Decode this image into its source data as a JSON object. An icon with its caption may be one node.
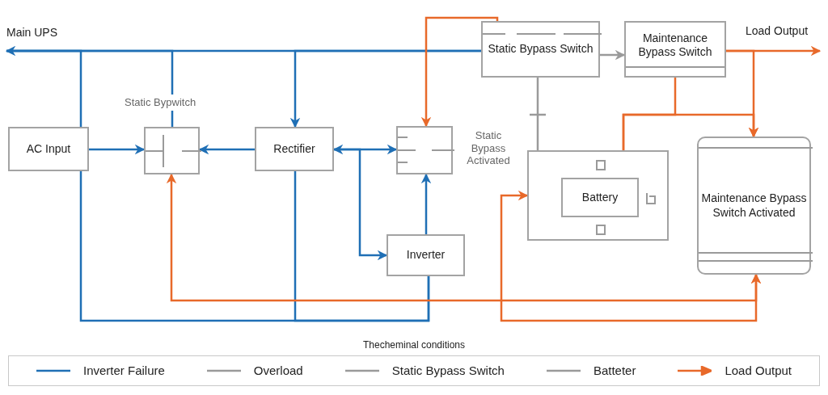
{
  "diagram": {
    "nodes": [
      {
        "text": [
          "Main UPS"
        ]
      },
      {
        "text": [
          "AC Input"
        ]
      },
      {
        "text": [],
        "shape": "box",
        "beside": [
          "Static Bypwitch"
        ]
      },
      {
        "text": [
          "Rectifier"
        ]
      },
      {
        "text": [],
        "shape": "box",
        "beside": [
          "Static Bypass Activated"
        ]
      },
      {
        "text": [
          "Inverter"
        ]
      },
      {
        "text": [
          "Static Bypass Switch"
        ]
      },
      {
        "text": [
          "Maintenance Bypass Switch"
        ]
      },
      {
        "text": [
          "Load Output"
        ]
      },
      {
        "text": [],
        "shape": "box"
      },
      {
        "text": [
          "Battery"
        ],
        "in": 9
      },
      {
        "text": [
          "Maintenance Bypass Switch Activated"
        ]
      }
    ],
    "edges": [
      {
        "from": 6,
        "to": 0,
        "arrow": "to"
      },
      {
        "from": 1,
        "to": 2,
        "arrow": "to"
      },
      {
        "from": 3,
        "to": 2,
        "arrow": "to"
      },
      {
        "from": 3,
        "to": 4,
        "arrow": "both"
      },
      {
        "from": 3,
        "to": 5,
        "arrow": "to"
      },
      {
        "from": 5,
        "to": 4,
        "arrow": "to"
      },
      {
        "from": 6,
        "to": 3,
        "arrow": "to"
      },
      {
        "from": 2,
        "to": 0,
        "arrow": "none"
      },
      {
        "from": 1,
        "to": 0,
        "arrow": "none"
      },
      {
        "from": 1,
        "to": 5,
        "arrow": "none"
      },
      {
        "from": 3,
        "to": 5,
        "arrow": "none"
      },
      {
        "from": 6,
        "to": 4,
        "arrow": "to",
        "color": "#e8692a"
      },
      {
        "from": 7,
        "to": 8,
        "arrow": "to",
        "color": "#e8692a"
      },
      {
        "from": 7,
        "to": 11,
        "arrow": "to",
        "color": "#e8692a"
      },
      {
        "from": 7,
        "to": 9,
        "arrow": "none",
        "color": "#e8692a"
      },
      {
        "from": 9,
        "to": 11,
        "arrow": "to",
        "color": "#e8692a"
      },
      {
        "from": 11,
        "to": 2,
        "arrow": "both",
        "color": "#e8692a"
      },
      {
        "from": 11,
        "to": 9,
        "arrow": "both",
        "color": "#e8692a"
      },
      {
        "from": 6,
        "to": 7,
        "arrow": "to",
        "color": "#9a9a9a"
      },
      {
        "from": 6,
        "to": 9,
        "arrow": "none",
        "color": "#9a9a9a"
      }
    ],
    "labels": [
      "Thecheminal conditions"
    ],
    "legend": [
      {
        "text": "Inverter Failure",
        "color": "#1f6fb5"
      },
      {
        "text": "Overload",
        "color": "#9a9a9a"
      },
      {
        "text": "Static Bypass Switch",
        "color": "#9a9a9a"
      },
      {
        "text": "Batteter",
        "color": "#9a9a9a"
      },
      {
        "text": "Load Output",
        "color": "#e8692a"
      }
    ]
  }
}
